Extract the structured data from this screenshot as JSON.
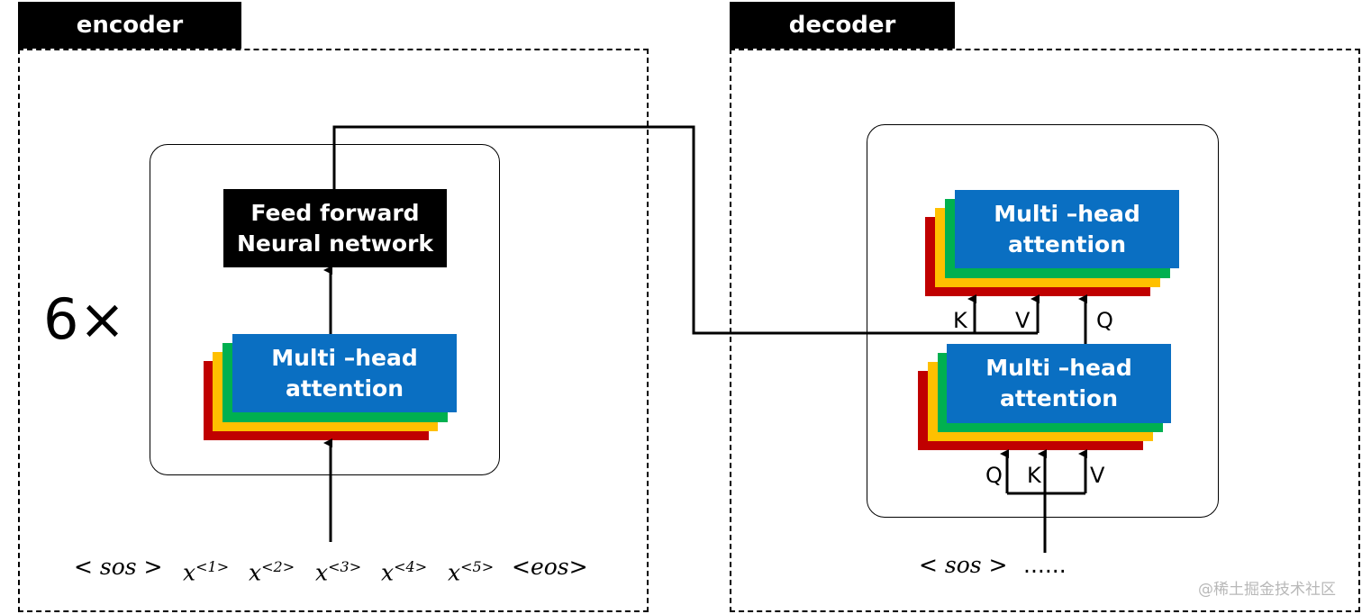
{
  "encoder": {
    "title": "encoder",
    "multiplier": "6×",
    "ffn": {
      "line1": "Feed forward",
      "line2": "Neural network"
    },
    "attention": {
      "line1": "Multi –head",
      "line2": "attention"
    },
    "inputs": [
      {
        "base": "< sos >",
        "sup": ""
      },
      {
        "base": "x",
        "sup": "<1>"
      },
      {
        "base": "x",
        "sup": "<2>"
      },
      {
        "base": "x",
        "sup": "<3>"
      },
      {
        "base": "x",
        "sup": "<4>"
      },
      {
        "base": "x",
        "sup": "<5>"
      },
      {
        "base": "<eos>",
        "sup": ""
      }
    ]
  },
  "decoder": {
    "title": "decoder",
    "top_attention": {
      "line1": "Multi –head",
      "line2": "attention"
    },
    "bottom_attention": {
      "line1": "Multi –head",
      "line2": "attention"
    },
    "top_labels": {
      "k": "K",
      "v": "V",
      "q": "Q"
    },
    "bottom_labels": {
      "q": "Q",
      "k": "K",
      "v": "V"
    },
    "inputs": {
      "sos": "< sos >",
      "ellipsis": "......"
    }
  },
  "layer_colors": [
    "#C00000",
    "#FFC000",
    "#00B050"
  ],
  "attention_color": "#0A6FC2",
  "watermark": "@稀土掘金技术社区"
}
